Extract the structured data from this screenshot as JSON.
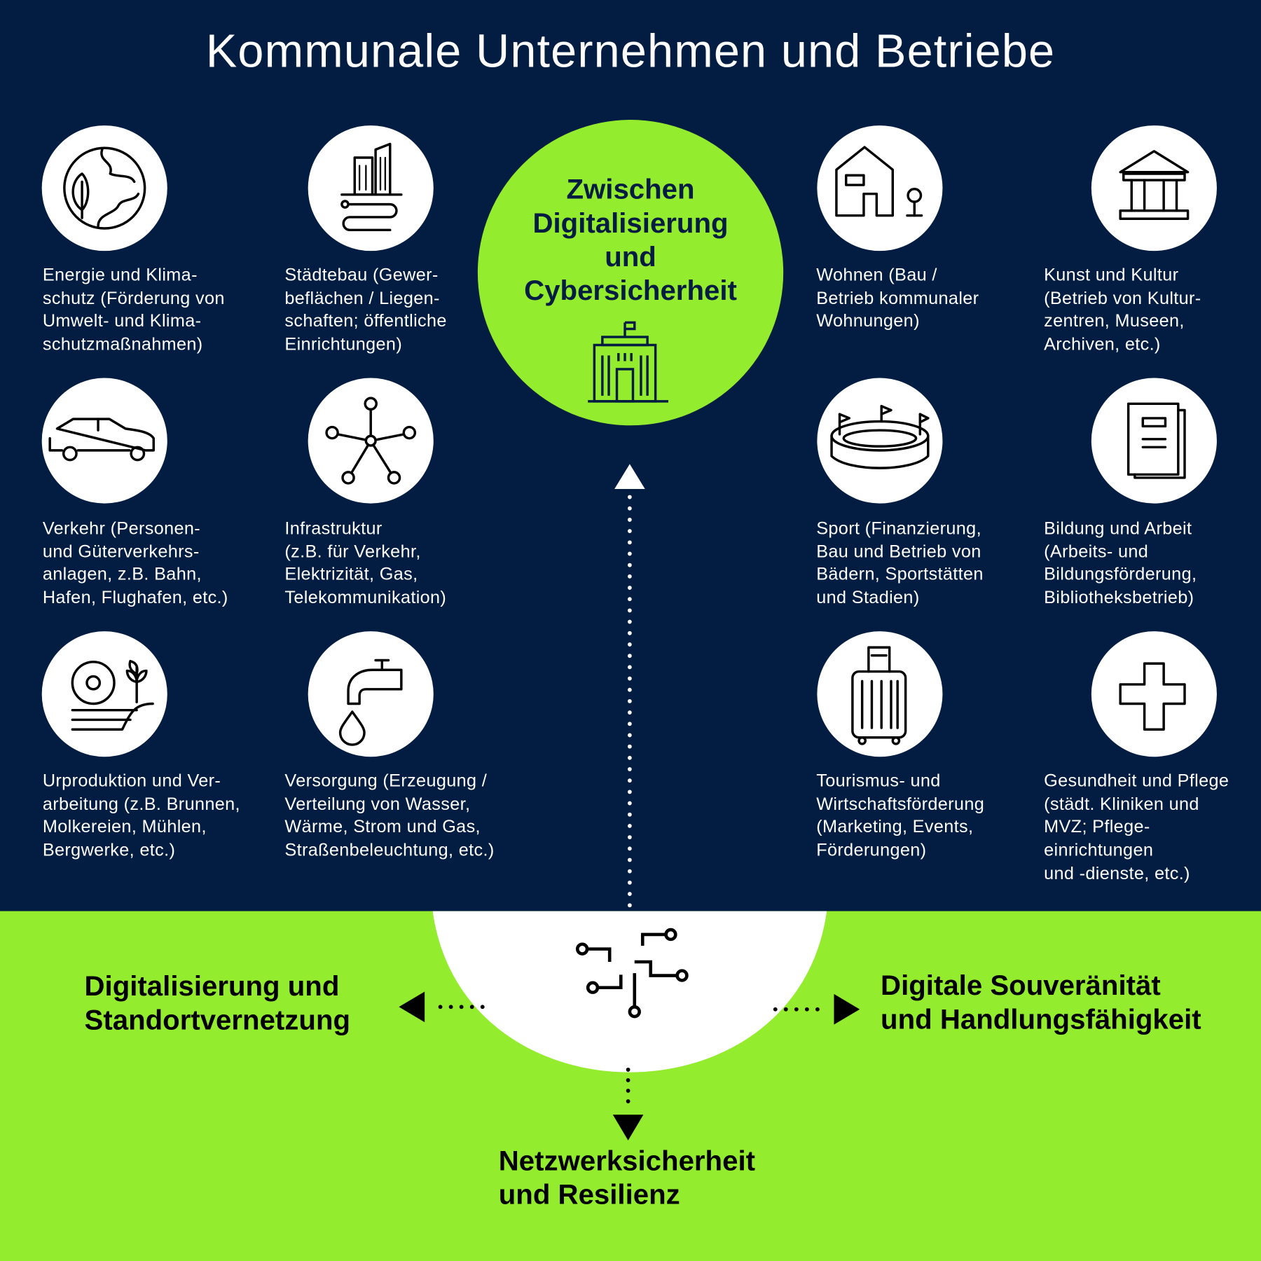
{
  "title": "Kommunale Unternehmen und Betriebe",
  "center": {
    "title": "Zwischen\nDigitalisierung\nund\nCybersicherheit",
    "icon": "city-hall-icon"
  },
  "sectors": [
    {
      "icon": "globe-leaf-icon",
      "text": "Energie und Klima-\nschutz (Förderung von\nUmwelt- und Klima-\nschutzmaßnahmen)"
    },
    {
      "icon": "buildings-icon",
      "text": "Städtebau (Gewer-\nbeflächen / Liegen-\nschaften; öffentliche\nEinrichtungen)"
    },
    {
      "icon": "house-icon",
      "text": "Wohnen (Bau  /\nBetrieb kommunaler\nWohnungen)"
    },
    {
      "icon": "museum-icon",
      "text": "Kunst und Kultur\n(Betrieb von Kultur-\nzentren, Museen,\nArchiven, etc.)"
    },
    {
      "icon": "car-icon",
      "text": "Verkehr (Personen-\nund Güterverkehrs-\nanlagen, z.B. Bahn,\nHafen, Flughafen, etc.)"
    },
    {
      "icon": "network-icon",
      "text": "Infrastruktur\n(z.B. für Verkehr,\nElektrizität, Gas,\nTelekommunikation)"
    },
    {
      "icon": "stadium-icon",
      "text": "Sport (Finanzierung,\nBau und Betrieb von\nBädern, Sportstätten\nund Stadien)"
    },
    {
      "icon": "book-icon",
      "text": "Bildung und Arbeit\n(Arbeits- und\nBildungsförderung,\nBibliotheksbetrieb)"
    },
    {
      "icon": "farm-icon",
      "text": "Urproduktion und Ver-\narbeitung (z.B. Brunnen,\nMolkereien, Mühlen,\nBergwerke, etc.)"
    },
    {
      "icon": "water-tap-icon",
      "text": "Versorgung (Erzeugung /\nVerteilung von Wasser,\nWärme, Strom und Gas,\nStraßenbeleuchtung, etc.)"
    },
    {
      "icon": "suitcase-icon",
      "text": "Tourismus- und\nWirtschaftsförderung\n(Marketing, Events,\nFörderungen)"
    },
    {
      "icon": "health-cross-icon",
      "text": "Gesundheit und Pflege\n(städt. Kliniken und\nMVZ; Pflege-\neinrichtungen\nund -dienste, etc.)"
    }
  ],
  "outcomes": {
    "left": "Digitalisierung und\nStandortvernetzung",
    "right": "Digitale Souveränität\nund Handlungsfähigkeit",
    "bottom": "Netzwerksicherheit\nund Resilienz"
  },
  "colors": {
    "navy": "#021d41",
    "green": "#94ec2f"
  }
}
